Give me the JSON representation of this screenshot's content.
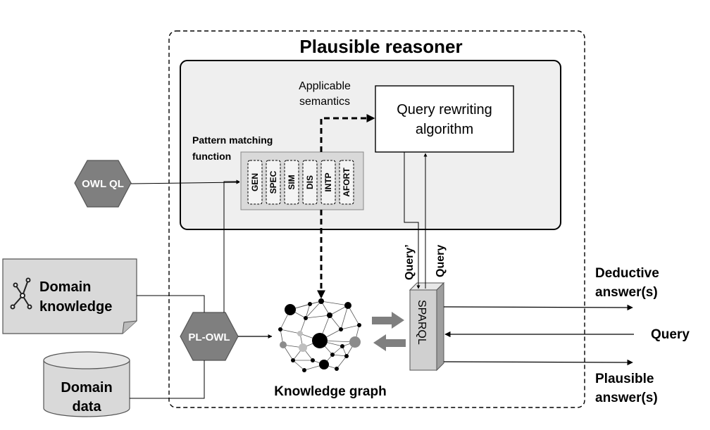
{
  "title": "Plausible reasoner",
  "applicable_label": [
    "Applicable",
    "semantics"
  ],
  "query_rewriting": [
    "Query rewriting",
    "algorithm"
  ],
  "pattern_label": [
    "Pattern matching",
    "function"
  ],
  "patterns": [
    "GEN",
    "SPEC",
    "SIM",
    "DIS",
    "INTP",
    "AFORT"
  ],
  "owl_ql": "OWL QL",
  "pl_owl": "PL-OWL",
  "domain_knowledge": [
    "Domain",
    "knowledge"
  ],
  "domain_data": [
    "Domain",
    "data"
  ],
  "knowledge_graph": "Knowledge graph",
  "sparql": "SPARQL",
  "query_prime": "Query’",
  "query_vertical": "Query",
  "deductive": [
    "Deductive",
    "answer(s)"
  ],
  "query_in": "Query",
  "plausible": [
    "Plausible",
    "answer(s)"
  ],
  "colors": {
    "inner_panel": "#efefef",
    "pattern_box": "#d9d9d9",
    "hexagon": "#7f7f7f",
    "document": "#d9d9d9",
    "node_dark": "#000000",
    "node_gray": "#8c8c8c",
    "node_light": "#bfbfbf",
    "stroke": "#000000"
  }
}
